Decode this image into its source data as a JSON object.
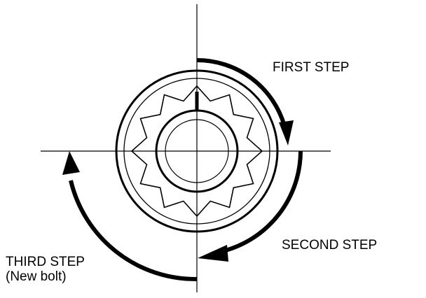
{
  "labels": {
    "first_step": "FIRST STEP",
    "second_step": "SECOND STEP",
    "third_step": "THIRD STEP",
    "third_step_note": "(New bolt)"
  },
  "colors": {
    "ink": "#000000",
    "background": "#ffffff"
  }
}
